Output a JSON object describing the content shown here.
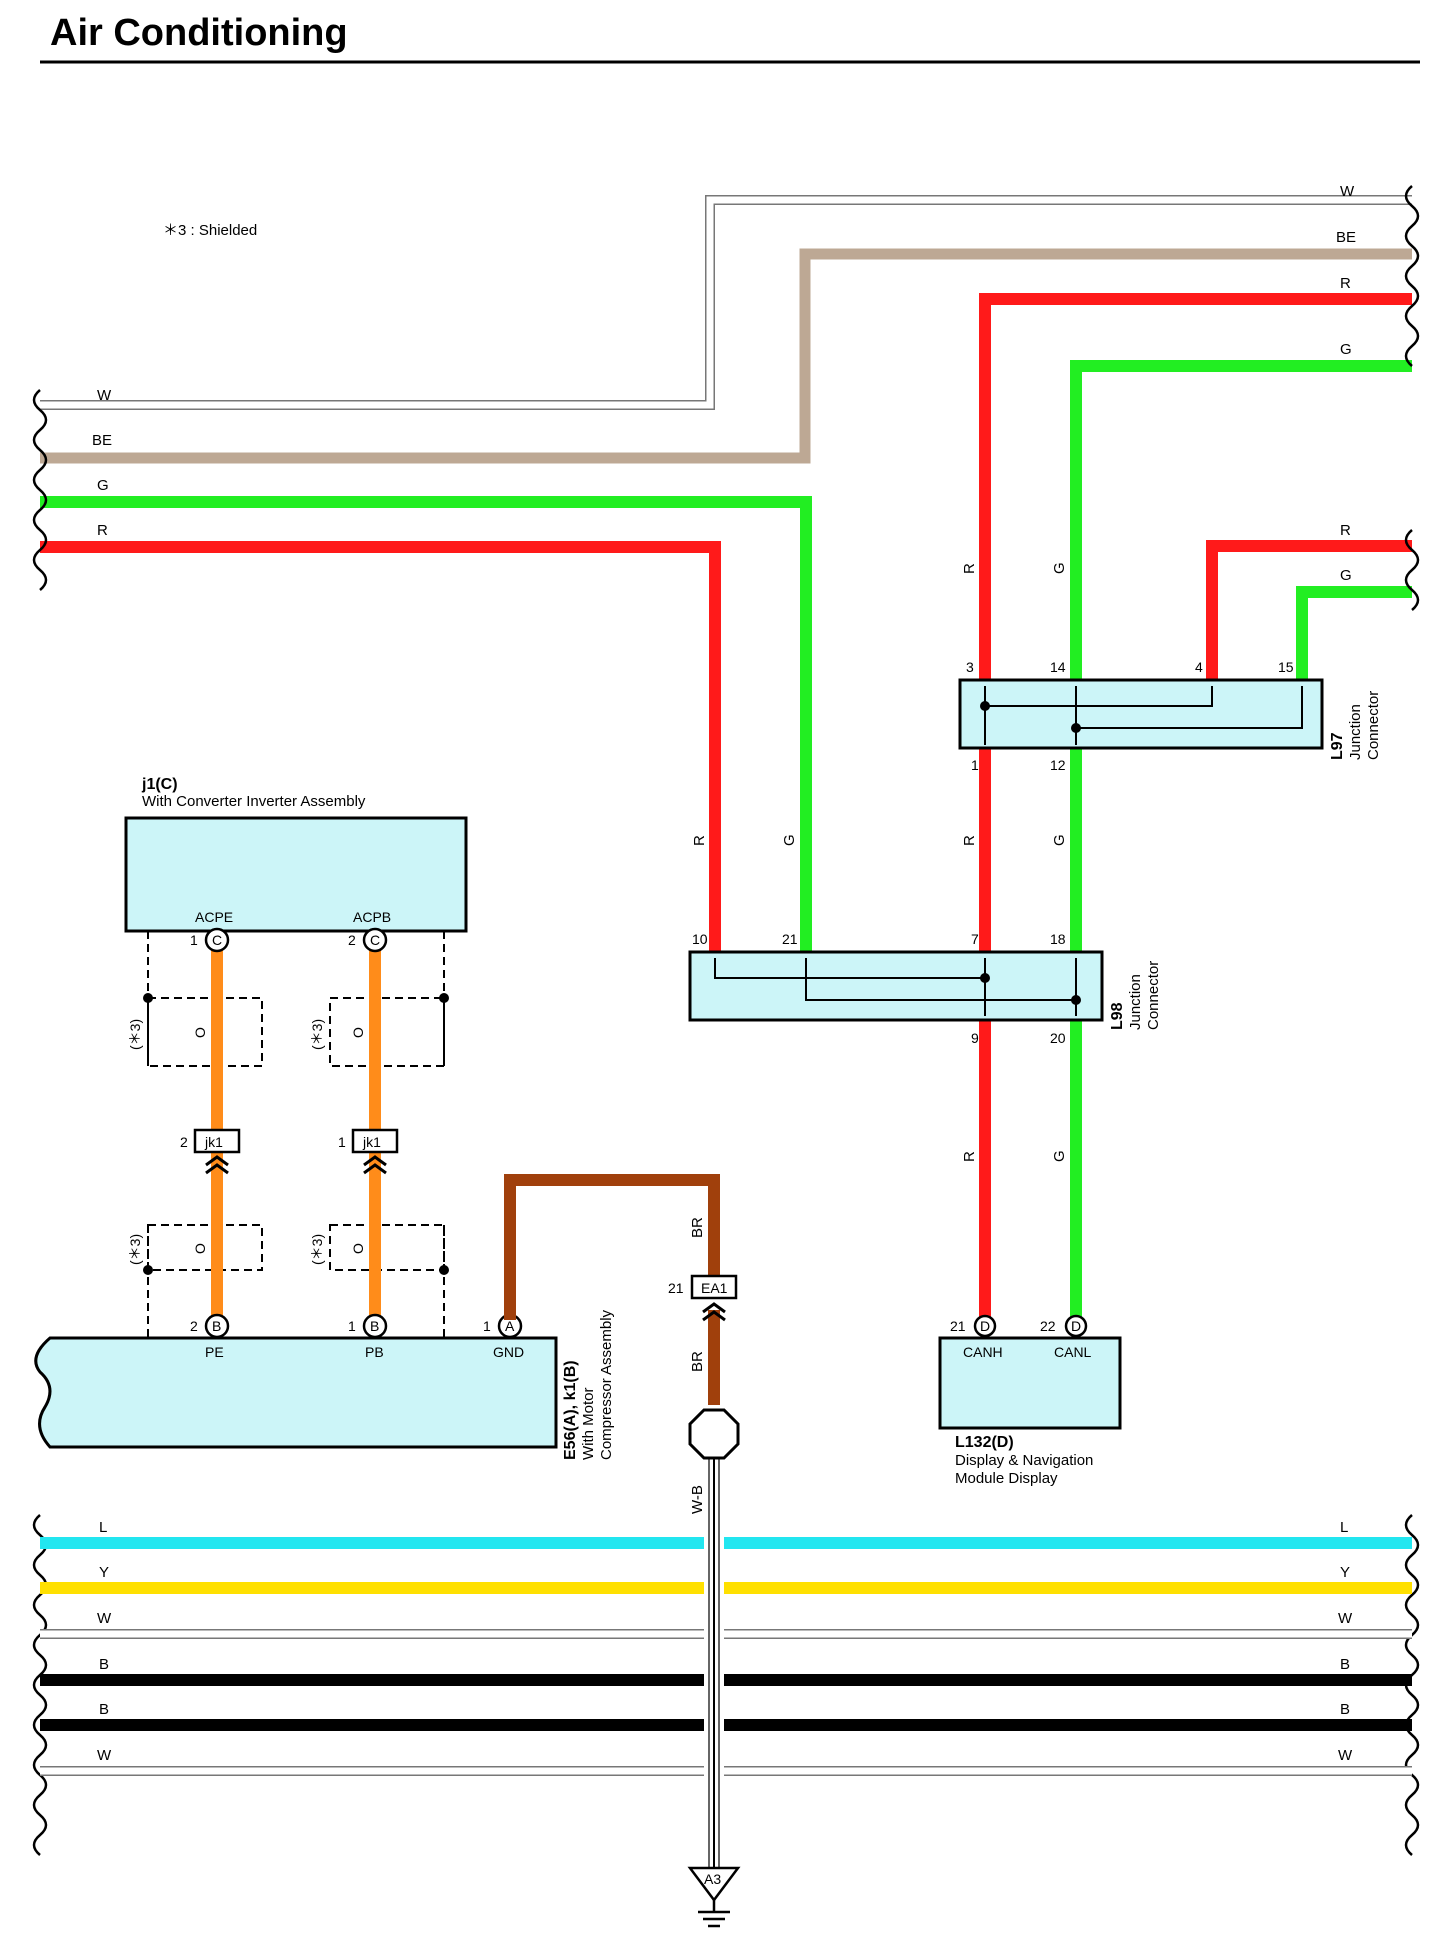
{
  "title": "Air Conditioning",
  "note": "＊3 : Shielded",
  "colors": {
    "W": "#ffffff",
    "BE": "#bda894",
    "R": "#ff1a1a",
    "G": "#22ee22",
    "O": "#ff8c1a",
    "BR": "#a0400c",
    "L": "#22e6f0",
    "Y": "#ffe000",
    "B": "#000000",
    "connector_fill": "#ccf5f8"
  },
  "wires": {
    "top_right": [
      "W",
      "BE",
      "R",
      "G"
    ],
    "left": [
      "W",
      "BE",
      "G",
      "R"
    ],
    "l97_right": [
      "R",
      "G"
    ],
    "bottom_left": [
      "L",
      "Y",
      "W",
      "B",
      "B",
      "W"
    ],
    "bottom_right": [
      "L",
      "Y",
      "W",
      "B",
      "B",
      "W"
    ],
    "vertical": {
      "r": "R",
      "g": "G",
      "o": "O",
      "br": "BR",
      "wb": "W-B"
    }
  },
  "shield_label": "(＊3)",
  "shield_wire_label": "O",
  "connectors": {
    "l97": {
      "id": "L97",
      "desc1": "Junction",
      "desc2": "Connector",
      "pins": {
        "p3": "3",
        "p14": "14",
        "p4": "4",
        "p15": "15",
        "p1": "1",
        "p12": "12"
      }
    },
    "l98": {
      "id": "L98",
      "desc1": "Junction",
      "desc2": "Connector",
      "pins": {
        "p10": "10",
        "p21": "21",
        "p7": "7",
        "p18": "18",
        "p9": "9",
        "p20": "20"
      }
    },
    "j1": {
      "id": "j1(C)",
      "desc": "With Converter Inverter Assembly",
      "terminals": [
        "ACPE",
        "ACPB"
      ],
      "pin_nums": [
        "1",
        "2"
      ],
      "pin_letter": "C"
    },
    "jk1": {
      "name": "jk1",
      "pin_nums": [
        "2",
        "1"
      ]
    },
    "e56": {
      "id": "E56(A), k1(B)",
      "desc1": "With Motor",
      "desc2": "Compressor Assembly",
      "terminals": [
        "PE",
        "PB",
        "GND"
      ],
      "pin_nums": [
        "2",
        "1",
        "1"
      ],
      "pin_letters": [
        "B",
        "B",
        "A"
      ]
    },
    "ea1": {
      "name": "EA1",
      "pin": "21"
    },
    "l132": {
      "id": "L132(D)",
      "desc1": "Display & Navigation",
      "desc2": "Module Display",
      "terminals": [
        "CANH",
        "CANL"
      ],
      "pin_nums": [
        "21",
        "22"
      ],
      "pin_letter": "D"
    },
    "ground": {
      "name": "A3"
    }
  }
}
